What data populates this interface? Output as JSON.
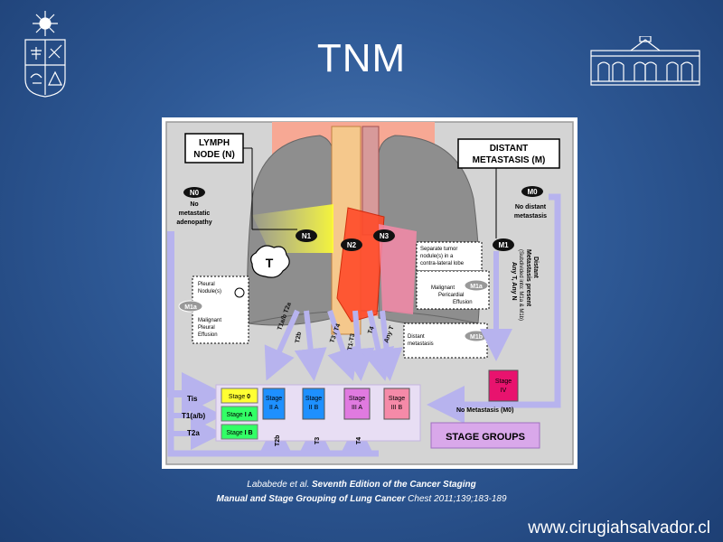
{
  "slide": {
    "title": "TNM",
    "website": "www.cirugiahsalvador.cl"
  },
  "caption": {
    "author": "Lababede et al. ",
    "title_line1": "Seventh Edition of the Cancer Staging",
    "title_line2": "Manual and Stage Grouping of Lung Cancer",
    "journal": " Chest 2011;139;183-189"
  },
  "diagram": {
    "lymph_node": {
      "line1": "LYMPH",
      "line2": "NODE (N)"
    },
    "distant_metastasis": {
      "line1": "DISTANT",
      "line2": "METASTASIS (M)"
    },
    "n0": {
      "badge": "N0",
      "line1": "No",
      "line2": "metastatic",
      "line3": "adenopathy"
    },
    "m0": {
      "badge": "M0",
      "line1": "No distant",
      "line2": "metastasis"
    },
    "n1": "N1",
    "n2": "N2",
    "n3": "N3",
    "t": "T",
    "m1": {
      "badge": "M1",
      "line1": "Distant",
      "line2": "Metastasis present",
      "line3": "(Subdivided into: M1a & M1b)",
      "line4": "Any T, Any N"
    },
    "separate_nodule": {
      "line1": "Separate tumor",
      "line2": "nodule(s) in a",
      "line3": "contra-lateral lobe"
    },
    "pericardial": {
      "line1": "Malignant",
      "line2": "Pericardial",
      "line3": "Effusion"
    },
    "m1a_right": "M1a",
    "distant_met": {
      "line1": "Distant",
      "line2": "metastasis"
    },
    "m1b": "M1b",
    "pleural_nodule": {
      "line1": "Pleural",
      "line2": "Nodule(s)"
    },
    "m1a_left": "M1a",
    "pleural_effusion": {
      "line1": "Malignant",
      "line2": "Pleural",
      "line3": "Effusion"
    },
    "arrow_labels": {
      "t1_t2a": "T1a/b T2a",
      "t2b": "T2b",
      "t3_t4": "T3 / T4",
      "t1_t3": "T1-T3",
      "t4": "T4",
      "any_t": "Any T",
      "tis": "Tis",
      "t1ab": "T1(a/b)",
      "t2a": "T2a",
      "t2b_bottom": "T2b",
      "t3_bottom": "T3",
      "t4_bottom": "T4"
    },
    "stages": {
      "stage0": {
        "line1": "Stage",
        "line2": "0"
      },
      "stage1a": {
        "line1": "Stage",
        "line2": "I A"
      },
      "stage1b": {
        "line1": "Stage",
        "line2": "I B"
      },
      "stage2a": {
        "line1": "Stage",
        "line2": "II A"
      },
      "stage2b": {
        "line1": "Stage",
        "line2": "II B"
      },
      "stage3a": {
        "line1": "Stage",
        "line2": "III A"
      },
      "stage3b": {
        "line1": "Stage",
        "line2": "III B"
      },
      "stage4": {
        "line1": "Stage",
        "line2": "IV"
      }
    },
    "no_metastasis": "No Metastasis (M0)",
    "stage_groups": "STAGE GROUPS"
  },
  "colors": {
    "background": "#2f5a97",
    "stage0": "#ffff33",
    "stage1": "#33ff66",
    "stage2": "#1e90ff",
    "stage3a": "#e07ae0",
    "stage3b": "#f58aa8",
    "stage4": "#e8136e",
    "arrow": "#b7b3ee",
    "stage_groups_box": "#d9a8ea"
  }
}
